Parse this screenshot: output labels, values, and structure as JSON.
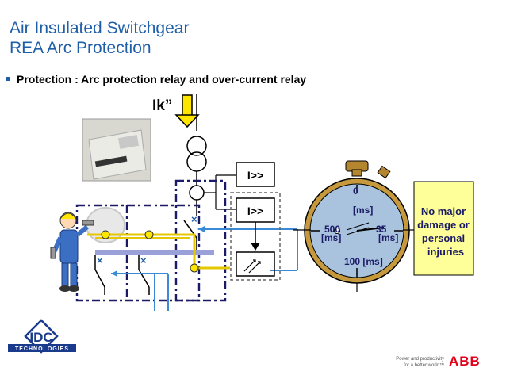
{
  "slide": {
    "title_line1": "Air Insulated Switchgear",
    "title_line2": "REA Arc Protection",
    "bullet": "Protection : Arc protection relay and over-current relay"
  },
  "diagram": {
    "fault_current": "Ik”",
    "relay1": "I>>",
    "relay2": "I>>"
  },
  "clock": {
    "label_top_value": "0",
    "label_top_unit": "[ms]",
    "label_left_value": "500",
    "label_left_unit": "[ms]",
    "label_right_value": "35",
    "label_right_unit": "[ms]",
    "label_bottom": "100 [ms]"
  },
  "callout": {
    "line1": "No major",
    "line2": "damage or",
    "line3": "personal",
    "line4": "injuries"
  },
  "logo": {
    "idc_text": "IDC",
    "idc_sub": "TECHNOLOGIES"
  },
  "footer": {
    "tagline_line1": "Power and productivity",
    "tagline_line2": "for a better world™",
    "abb": "ABB"
  },
  "colors": {
    "title": "#1f5fa8",
    "callout_fill": "#ffff99",
    "callout_text": "#1a1a66",
    "clock_face": "#a9c3de",
    "clock_ring": "#c69a3c",
    "busbar": "#9aa0d8",
    "abb_red": "#e2001a"
  }
}
